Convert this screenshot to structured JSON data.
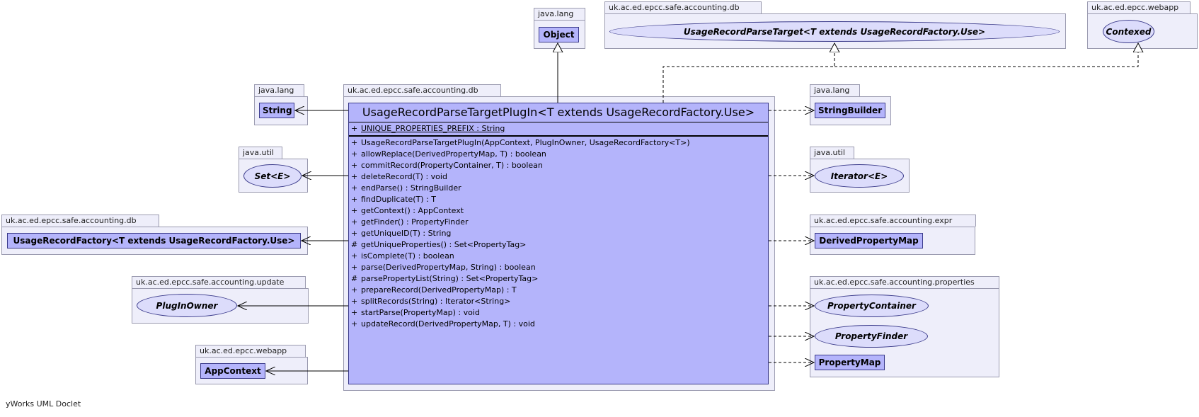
{
  "main_package": "uk.ac.ed.epcc.safe.accounting.db",
  "main_class": {
    "title": "UsageRecordParseTargetPlugIn<T extends UsageRecordFactory.Use>",
    "fields": [
      {
        "vis": "+",
        "text": "UNIQUE_PROPERTIES_PREFIX : String",
        "static": true
      }
    ],
    "methods": [
      {
        "vis": "+",
        "text": "UsageRecordParseTargetPlugIn(AppContext, PlugInOwner, UsageRecordFactory<T>)"
      },
      {
        "vis": "+",
        "text": "allowReplace(DerivedPropertyMap, T) : boolean"
      },
      {
        "vis": "+",
        "text": "commitRecord(PropertyContainer, T) : boolean"
      },
      {
        "vis": "+",
        "text": "deleteRecord(T) : void"
      },
      {
        "vis": "+",
        "text": "endParse() : StringBuilder"
      },
      {
        "vis": "+",
        "text": "findDuplicate(T) : T"
      },
      {
        "vis": "+",
        "text": "getContext() : AppContext"
      },
      {
        "vis": "+",
        "text": "getFinder() : PropertyFinder"
      },
      {
        "vis": "+",
        "text": "getUniqueID(T) : String"
      },
      {
        "vis": "#",
        "text": "getUniqueProperties() : Set<PropertyTag>"
      },
      {
        "vis": "+",
        "text": "isComplete(T) : boolean"
      },
      {
        "vis": "+",
        "text": "parse(DerivedPropertyMap, String) : boolean"
      },
      {
        "vis": "#",
        "text": "parsePropertyList(String) : Set<PropertyTag>"
      },
      {
        "vis": "+",
        "text": "prepareRecord(DerivedPropertyMap) : T"
      },
      {
        "vis": "+",
        "text": "splitRecords(String) : Iterator<String>"
      },
      {
        "vis": "+",
        "text": "startParse(PropertyMap) : void"
      },
      {
        "vis": "+",
        "text": "updateRecord(DerivedPropertyMap, T) : void"
      }
    ]
  },
  "pkg_object": {
    "package": "java.lang",
    "name": "Object"
  },
  "pkg_parse_target": {
    "package": "uk.ac.ed.epcc.safe.accounting.db",
    "name": "UsageRecordParseTarget<T extends UsageRecordFactory.Use>"
  },
  "pkg_contexed": {
    "package": "uk.ac.ed.epcc.webapp",
    "name": "Contexed"
  },
  "pkg_string": {
    "package": "java.lang",
    "name": "String"
  },
  "pkg_set": {
    "package": "java.util",
    "name": "Set<E>"
  },
  "pkg_factory": {
    "package": "uk.ac.ed.epcc.safe.accounting.db",
    "name": "UsageRecordFactory<T extends UsageRecordFactory.Use>"
  },
  "pkg_plugin_owner": {
    "package": "uk.ac.ed.epcc.safe.accounting.update",
    "name": "PlugInOwner"
  },
  "pkg_app_context": {
    "package": "uk.ac.ed.epcc.webapp",
    "name": "AppContext"
  },
  "pkg_string_builder": {
    "package": "java.lang",
    "name": "StringBuilder"
  },
  "pkg_iterator": {
    "package": "java.util",
    "name": "Iterator<E>"
  },
  "pkg_derived_map": {
    "package": "uk.ac.ed.epcc.safe.accounting.expr",
    "name": "DerivedPropertyMap"
  },
  "pkg_properties": {
    "package": "uk.ac.ed.epcc.safe.accounting.properties",
    "container": "PropertyContainer",
    "finder": "PropertyFinder",
    "map": "PropertyMap"
  },
  "credit": "yWorks UML Doclet",
  "colors": {
    "class_fill": "#b4b4fb",
    "interface_fill": "#dcdcfb",
    "package_fill": "#eeeefa",
    "line": "#000000"
  }
}
